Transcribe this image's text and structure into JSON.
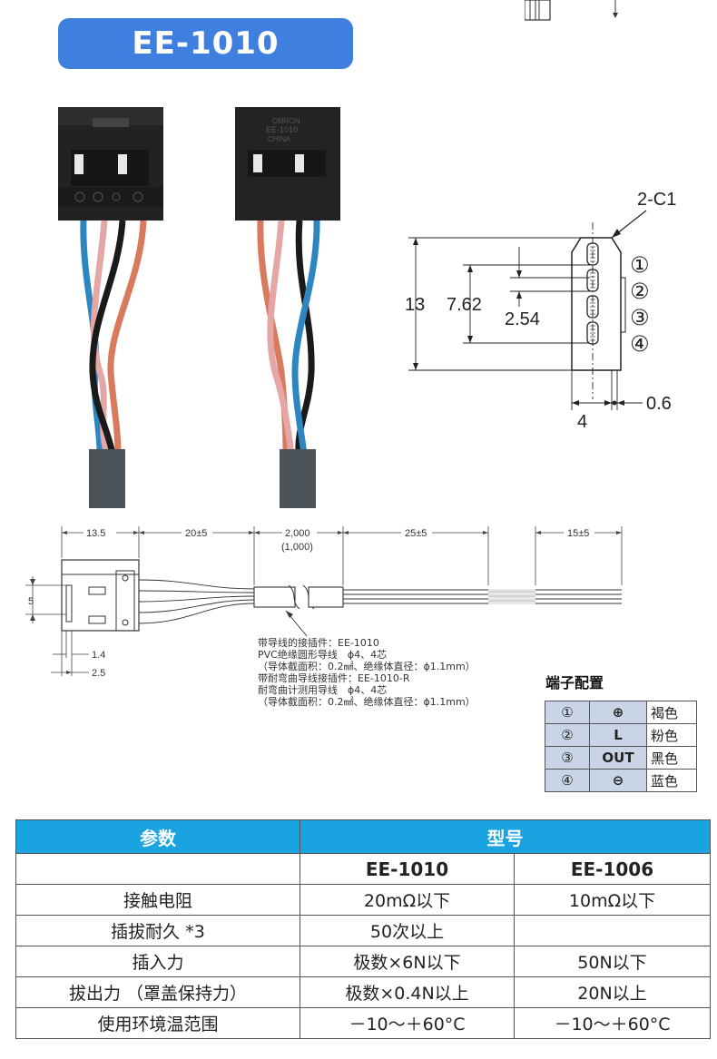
{
  "title": "EE-1010",
  "dim_diagram": {
    "callout": "2-C1",
    "height": "13",
    "pitch_total": "7.62",
    "pitch": "2.54",
    "width": "4",
    "offset": "0.6",
    "pins": [
      "①",
      "②",
      "③",
      "④"
    ]
  },
  "cable_diagram": {
    "d1": "13.5",
    "d2": "20±5",
    "d3": "2,000",
    "d3b": "(1,000)",
    "d4": "25±5",
    "d5": "15±5",
    "h": "5",
    "w1": "1.4",
    "w2": "2.5"
  },
  "caption": [
    "带导线的接插件：EE-1010",
    "PVC绝缘圆形导线　ϕ4、4芯",
    "（导体截面积：0.2㎟、绝缘体直径：ϕ1.1mm）",
    "带耐弯曲导线接插件：EE-1010-R",
    "耐弯曲计测用导线　ϕ4、4芯",
    "（导体截面积：0.2㎟、绝缘体直径：ϕ1.1mm）"
  ],
  "terminal": {
    "title": "端子配置",
    "rows": [
      {
        "pin": "①",
        "sig": "⊕",
        "color": "褐色"
      },
      {
        "pin": "②",
        "sig": "L",
        "color": "粉色"
      },
      {
        "pin": "③",
        "sig": "OUT",
        "color": "黑色"
      },
      {
        "pin": "④",
        "sig": "⊖",
        "color": "蓝色"
      }
    ]
  },
  "spec": {
    "header_param": "参数",
    "header_model": "型号",
    "models": [
      "EE-1010",
      "EE-1006"
    ],
    "rows": [
      {
        "param": "接触电阻",
        "a": "20mΩ以下",
        "b": "10mΩ以下"
      },
      {
        "param": "插拔耐久 *3",
        "a": "50次以上",
        "b": ""
      },
      {
        "param": "插入力",
        "a": "极数×6N以下",
        "b": "50N以下"
      },
      {
        "param": "拔出力 （罩盖保持力）",
        "a": "极数×0.4N以上",
        "b": "20N以上"
      },
      {
        "param": "使用环境温范围",
        "a": "－10～＋60°C",
        "b": "－10～＋60°C"
      }
    ]
  },
  "connector_marks": {
    "line1": "OMRON",
    "line2": "EE-1010",
    "line3": "CHINA"
  },
  "colors": {
    "title_bg": "#3f7fe0",
    "header_bg": "#1aa3e1",
    "terminal_bg": "#c9d5e6"
  }
}
